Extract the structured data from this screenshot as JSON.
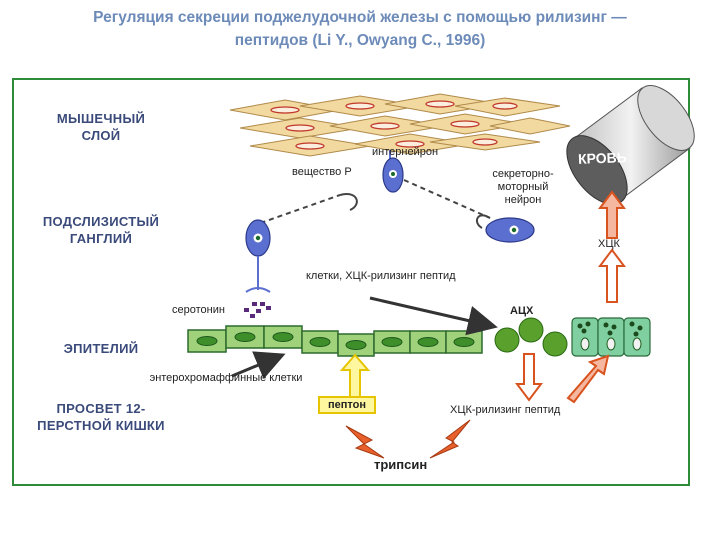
{
  "title": {
    "line1": "Регуляция секреции поджелудочной железы с помощью рилизинг —",
    "line2": "пептидов (Li Y., Owyang C., 1996)"
  },
  "layers": {
    "muscle": "МЫШЕЧНЫЙ СЛОЙ",
    "submucosal": "ПОДСЛИЗИСТЫЙ ГАНГЛИЙ",
    "epithelium": "ЭПИТЕЛИЙ",
    "lumen": "ПРОСВЕТ 12-ПЕРСТНОЙ КИШКИ"
  },
  "labels": {
    "interneuron": "интернейрон",
    "substance_p": "вещество Р",
    "secretomotor": "секреторно-моторный нейрон",
    "blood": "КРОВЬ",
    "cck_top": "ХЦК",
    "cells_cck": "клетки, ХЦК-рилизинг пептид",
    "serotonin": "серотонин",
    "ach": "АЦХ",
    "enterochromaffin": "энтерохромаффинные клетки",
    "peptone": "пептон",
    "cck_releasing": "ХЦК-рилизинг пептид",
    "trypsin": "трипсин"
  },
  "colors": {
    "frame": "#2e8b3a",
    "layer_text": "#3a4a7a",
    "muscle_cell": "#f2d9a0",
    "epithelial_cell": "#9fd27a",
    "neuron": "#5b6fd0",
    "ach_cell": "#5aa02c",
    "arrow_red": "#d9531e",
    "peptone_yellow": "#f5e23a"
  }
}
